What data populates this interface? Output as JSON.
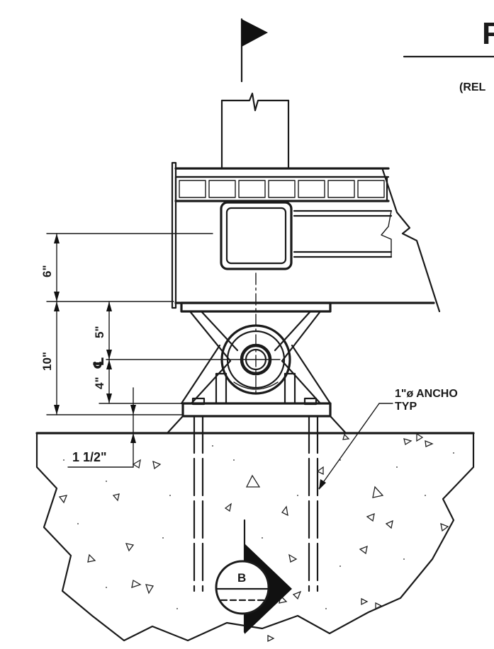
{
  "title_fragment": "F",
  "subtitle_fragment": "(REL",
  "labels": {
    "dim_6": "6\"",
    "dim_10": "10\"",
    "dim_5": "5\"",
    "dim_4": "4\"",
    "centerline": "℄",
    "dim_1_1_2": "1 1/2\"",
    "anchor_line1": "1\"ø ANCHO",
    "anchor_line2": "TYP",
    "section_marker": "B"
  }
}
